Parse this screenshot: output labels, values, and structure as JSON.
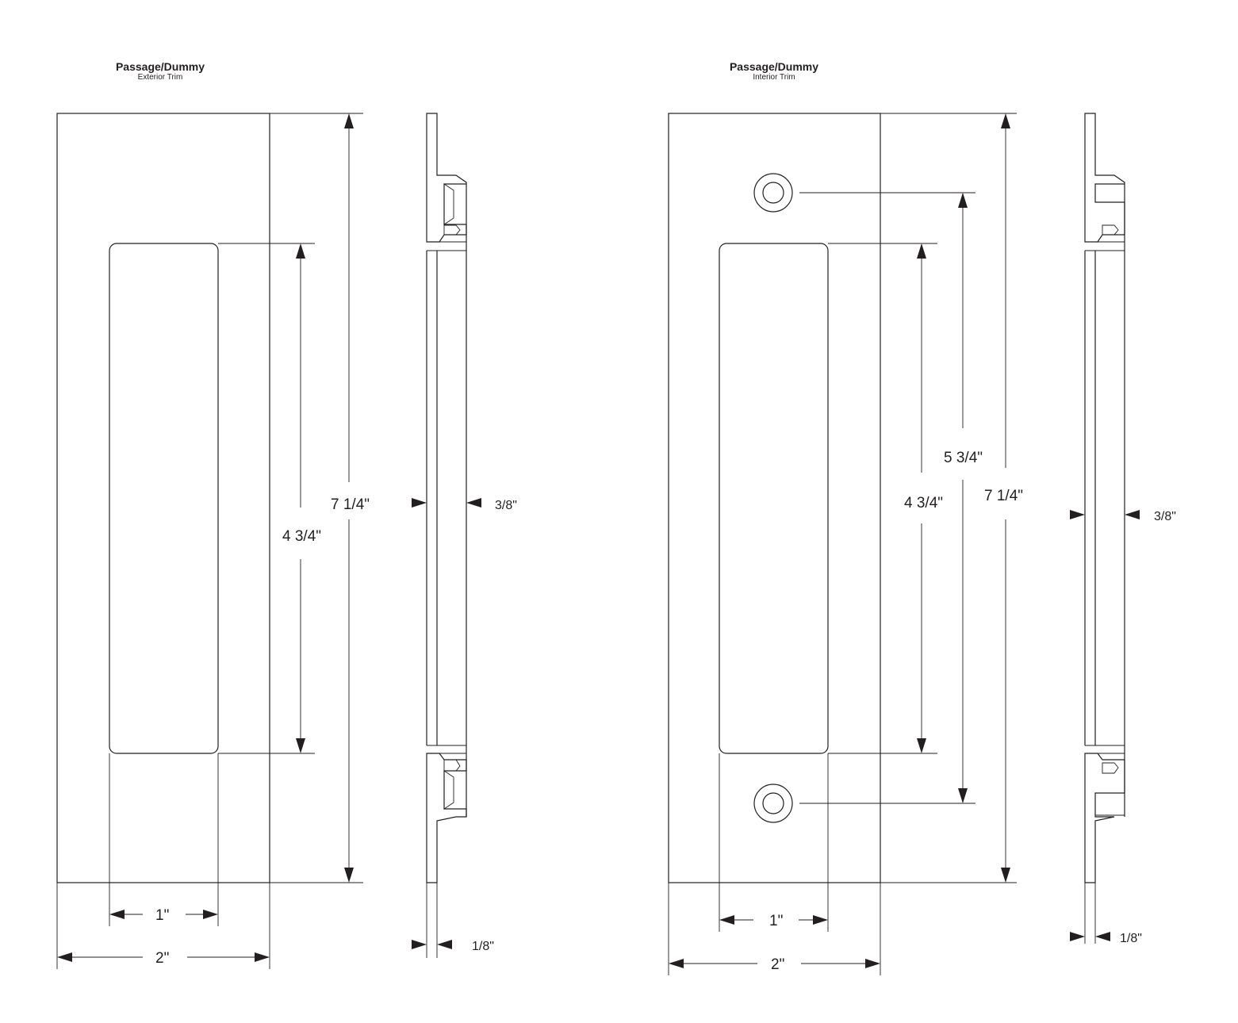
{
  "left": {
    "title": "Passage/Dummy",
    "subtitle": "Exterior Trim",
    "dims": {
      "height": "7 1/4\"",
      "opening_height": "4 3/4\"",
      "opening_width": "1\"",
      "width": "2\"",
      "depth": "3/8\"",
      "plate": "1/8\""
    }
  },
  "right": {
    "title": "Passage/Dummy",
    "subtitle": "Interior Trim",
    "dims": {
      "height": "7 1/4\"",
      "screw_spacing": "5 3/4\"",
      "opening_height": "4 3/4\"",
      "opening_width": "1\"",
      "width": "2\"",
      "depth": "3/8\"",
      "plate": "1/8\""
    }
  }
}
